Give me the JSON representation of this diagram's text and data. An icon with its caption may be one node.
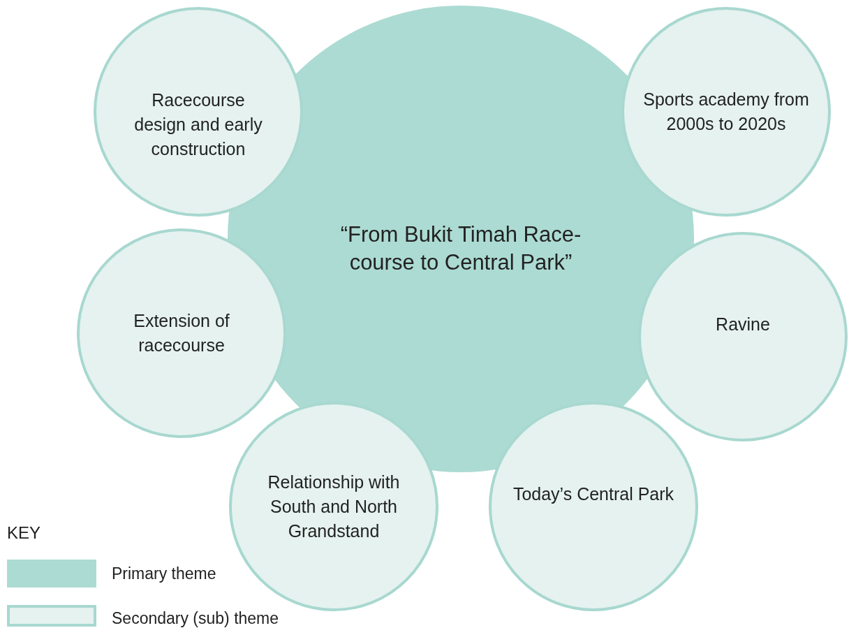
{
  "diagram": {
    "nodes": [
      {
        "text": [
          "“From Bukit Timah Race-course to Central Park”"
        ]
      },
      {
        "text": [
          "Racecourse design and early construction"
        ]
      },
      {
        "text": [
          "Sports academy from 2000s to 2020s"
        ]
      },
      {
        "text": [
          "Extension of racecourse"
        ]
      },
      {
        "text": [
          "Ravine"
        ]
      },
      {
        "text": [
          "Relationship with South and North Grandstand"
        ]
      },
      {
        "text": [
          "Today’s Central Park"
        ]
      }
    ],
    "labels": [
      "KEY"
    ],
    "legend": [
      {
        "text": "Primary theme",
        "color": "#acdbd3"
      },
      {
        "text": "Secondary (sub) theme",
        "color": "#e5f2ef"
      }
    ]
  }
}
